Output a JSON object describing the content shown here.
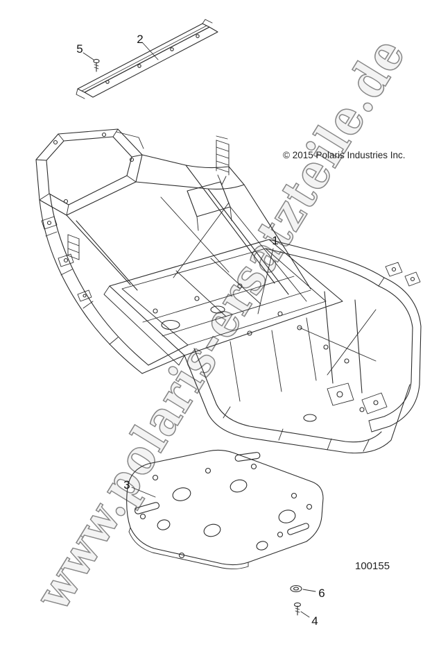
{
  "watermark": {
    "text": "www.polaris-ersatzteile.de"
  },
  "copyright_text": "© 2015 Polaris Industries Inc.",
  "part_number": "100155",
  "callouts": {
    "item1": "1",
    "item2": "2",
    "item3": "3",
    "item4": "4",
    "item5": "5",
    "item6": "6"
  },
  "icons": {
    "bolt_top": "bolt-icon",
    "washer_bottom": "washer-icon",
    "bolt_bottom": "bolt-icon"
  },
  "colors": {
    "line": "#2b2b2b",
    "label": "#141414",
    "watermark": "#7d7d7d",
    "background": "#ffffff"
  }
}
